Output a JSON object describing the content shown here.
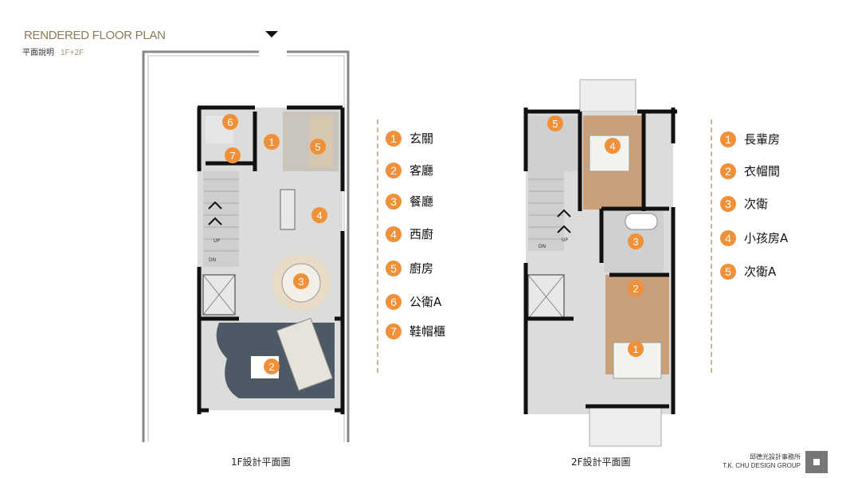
{
  "header": {
    "title": "RENDERED FLOOR PLAN",
    "subtitle": "平面說明",
    "floors": "1F+2F"
  },
  "plan_1f": {
    "caption": "1F設計平面圖",
    "markers": [
      "1",
      "2",
      "3",
      "4",
      "5",
      "6",
      "7"
    ],
    "stair_labels": {
      "up": "UP",
      "down": "DN"
    },
    "legend": [
      {
        "num": "1",
        "label": "玄關"
      },
      {
        "num": "2",
        "label": "客廳"
      },
      {
        "num": "3",
        "label": "餐廳"
      },
      {
        "num": "4",
        "label": "西廚"
      },
      {
        "num": "5",
        "label": "廚房"
      },
      {
        "num": "6",
        "label": "公衛A"
      },
      {
        "num": "7",
        "label": "鞋帽櫃"
      }
    ]
  },
  "plan_2f": {
    "caption": "2F設計平面圖",
    "markers": [
      "1",
      "2",
      "3",
      "4",
      "5"
    ],
    "stair_labels": {
      "up": "UP",
      "down": "DN"
    },
    "legend": [
      {
        "num": "1",
        "label": "長輩房"
      },
      {
        "num": "2",
        "label": "衣帽間"
      },
      {
        "num": "3",
        "label": "次衛"
      },
      {
        "num": "4",
        "label": "小孩房A"
      },
      {
        "num": "5",
        "label": "次衛A"
      }
    ]
  },
  "footer": {
    "company_cn": "邱德光設計事務所",
    "company_en": "T.K. CHU DESIGN GROUP"
  },
  "colors": {
    "accent": "#f0913a",
    "title": "#8c7a5b",
    "floor": "#dcdcda",
    "wood": "#c9a07a"
  }
}
